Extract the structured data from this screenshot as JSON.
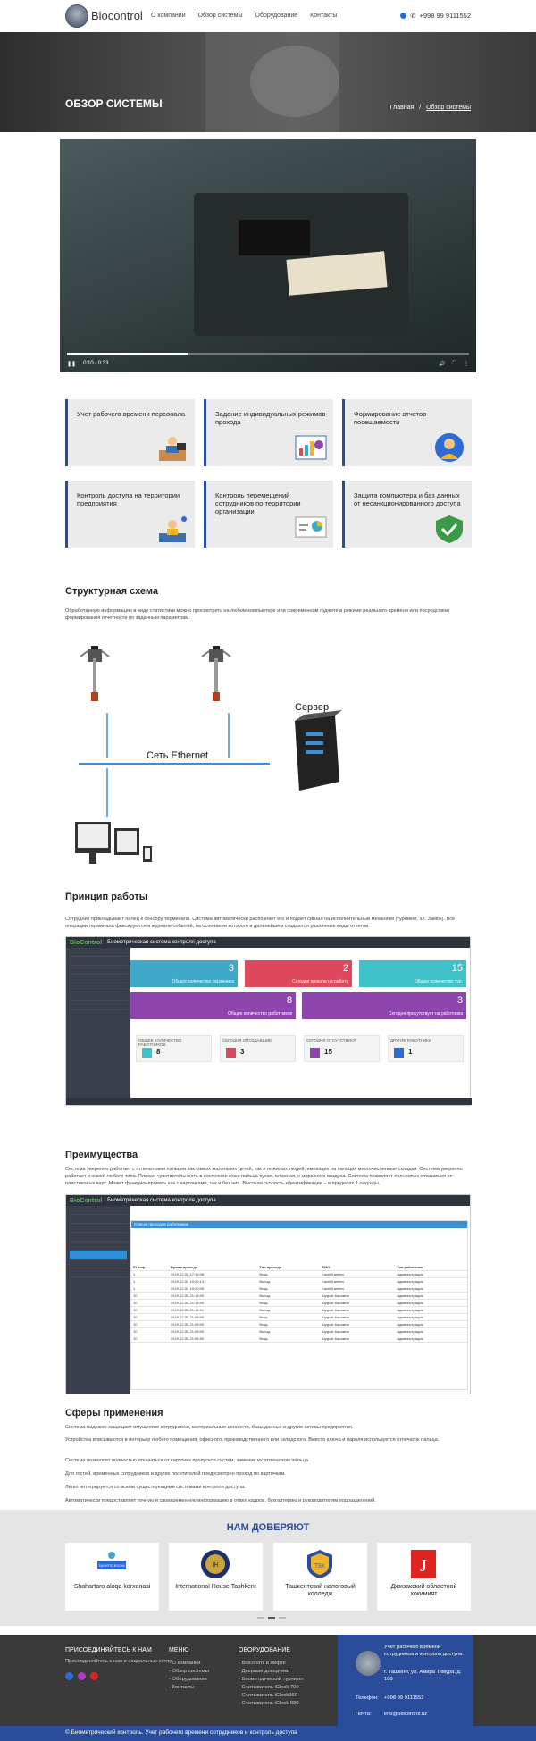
{
  "header": {
    "brand": "Biocontrol",
    "nav": [
      "О компании",
      "Обзор системы",
      "Оборудование",
      "Контакты"
    ],
    "phone": "+998 99 9111552"
  },
  "hero": {
    "title": "ОБЗОР СИСТЕМЫ",
    "crumb_home": "Главная",
    "crumb_sep": "/",
    "crumb_current": "Обзор системы"
  },
  "video": {
    "time": "0:10 / 0:33"
  },
  "features": [
    "Учет рабочего времени персонала",
    "Задание индивидуальных режимов прохода",
    "Формирование отчетов посещаемости",
    "Контроль доступа на территории предприятия",
    "Контроль перемещений сотрудников по территории организации",
    "Защита компьютера и баз данных от несанкционированного доступа"
  ],
  "structure": {
    "title": "Структурная схема",
    "text": "Обработанную информацию в виде статистики можно просмотреть на любом компьютере или современном гаджете в режиме реального времени или посредством формирования отчетности по заданным параметрам.",
    "server_label": "Сервер",
    "network_label": "Сеть Ethernet"
  },
  "principle": {
    "title": "Принцип работы",
    "text": "Сотрудник прикладывает палец к сенсору терминала. Система автоматически распознает его и подает сигнал на исполнительный механизм (турникет, эл. Замок). Все операции терминала фиксируются в журнале событий, на основании которого в дальнейшем создаются различные виды отчетов."
  },
  "app1": {
    "brand": "BioControl",
    "title": "Биометрическая система контроля доступа",
    "stats": [
      {
        "n": "3",
        "t": "Общее количество охранника",
        "c": "#3fa9c8"
      },
      {
        "n": "2",
        "t": "Сегодня пришли на работу",
        "c": "#e0485d"
      },
      {
        "n": "15",
        "t": "Общее количество тур.",
        "c": "#3fc2c9"
      },
      {
        "n": "8",
        "t": "Общее количество работников",
        "c": "#8d44ad"
      },
      {
        "n": "3",
        "t": "Сегодня присутствует на работника",
        "c": "#8d44ad"
      }
    ],
    "minis": [
      {
        "l": "ОБЩЕЕ КОЛИЧЕСТВО РАБОТНИКОВ",
        "n": "8",
        "c": "#3fc2c9"
      },
      {
        "l": "СЕГОДНЯ ОПОЗДАВШИЕ",
        "n": "3",
        "c": "#e0485d"
      },
      {
        "l": "СЕГОДНЯ ОТСУТСТВУЮТ",
        "n": "15",
        "c": "#8d44ad"
      },
      {
        "l": "ДРУГИЕ РАБОТНИКИ",
        "n": "1",
        "c": "#2a6bd6"
      }
    ]
  },
  "advantages": {
    "title": "Преимущества",
    "text": "Система уверенно работает с отпечатками пальцев как самых маленьких детей, так и пожилых людей, имеющих на пальцах многочисленные складки. Система уверенно работает с кожей любого типа. Плохая чувствительность в состоянии кожи пальца сухая, влажная, с морозного воздуха. Система позволяет полностью отказаться от пластиковых карт. Может функционировать как с карточками, так и без них. Высокая скорость идентификации – в пределах 1 секунды."
  },
  "app2": {
    "list_title": "Список проходов работников",
    "cols": [
      "ID emp",
      "Время прохода",
      "Тип прохода",
      "ФИО",
      "Тип работника"
    ],
    "rows": [
      [
        "1",
        "2019-12-06 17:19:08",
        "Вход",
        "Kamil Kamilov",
        "Администрация"
      ],
      [
        "1",
        "2019-12-06 15:20:13",
        "Выход",
        "Kamil Kamilov",
        "Администрация"
      ],
      [
        "1",
        "2019-12-06 15:20:05",
        "Вход",
        "Kamil Kamilov",
        "Администрация"
      ],
      [
        "10",
        "2019-12-05 21:16:00",
        "Выход",
        "Шукрат Каримов",
        "Администрация"
      ],
      [
        "10",
        "2019-12-05 21:16:00",
        "Вход",
        "Шукрат Каримов",
        "Администрация"
      ],
      [
        "10",
        "2019-12-05 21:15:51",
        "Выход",
        "Шукрат Каримов",
        "Администрация"
      ],
      [
        "10",
        "2019-12-05 21:09:00",
        "Вход",
        "Шукрат Каримов",
        "Администрация"
      ],
      [
        "10",
        "2019-12-05 21:09:00",
        "Вход",
        "Шукрат Каримов",
        "Администрация"
      ],
      [
        "10",
        "2019-12-05 21:09:00",
        "Выход",
        "Шукрат Каримов",
        "Администрация"
      ],
      [
        "10",
        "2019-12-05 21:08:52",
        "Вход",
        "Шукрат Каримов",
        "Администрация"
      ]
    ]
  },
  "spheres": {
    "title": "Сферы применения",
    "lines": [
      "Система надежно защищает имущество сотрудников, материальные ценности, базы данных и другие активы предприятия.",
      "Устройства вписываются в интерьер любого помещения: офисного, производственного или складского. Вместо ключа и пароля используется отпечаток пальца.",
      "Система позволяет полностью отказаться от карточек пропусков систем, заменив их отпечатком пальца.",
      "Для гостей, временных сотрудников и других посетителей предусмотрен проход по карточкам.",
      "Легко интегрируется со всеми существующими системами контроля доступа.",
      "Автоматически предоставляет точную и своевременную информацию в отдел кадров, бухгалтерию и руководителям подразделений."
    ]
  },
  "trust": {
    "title": "НАМ ДОВЕРЯЮТ",
    "items": [
      {
        "name": "Shahartaro aloqa korxonasi",
        "logo": "TASHTELECOM"
      },
      {
        "name": "International House Tashkent",
        "logo": "IH"
      },
      {
        "name": "Ташкентский налоговый колледж",
        "logo": "TSK"
      },
      {
        "name": "Джизакский областной хокимият",
        "logo": "J"
      }
    ]
  },
  "footer": {
    "join_title": "ПРИСОЕДИНЯЙТЕСЬ К НАМ",
    "join_text": "Присоединяйтесь к нам в социальных сетях",
    "menu_title": "МЕНЮ",
    "menu": [
      "- О компании",
      "- Обзор системы",
      "- Оборудование",
      "- Контакты"
    ],
    "equip_title": "ОБОРУДОВАНИЕ",
    "equip": [
      "- Biocontrol в лифте",
      "- Дверные доводчики",
      "- Биометрический турникет",
      "- Считыватель iClock 700",
      "- Считыватель iClock360",
      "- Считыватель iClock 880"
    ],
    "box_title": "Учет рабочего времени сотрудников и контроль доступа.",
    "address": "г. Ташкент, ул. Амира Темура, д. 108",
    "phone_label": "Телефон:",
    "phone": "+998 99 9111552",
    "mail_label": "Почта:",
    "mail": "info@biocontrol.uz",
    "copyright": "© Биометрический контроль. Учет рабочего времени сотрудников и контроль доступа"
  }
}
